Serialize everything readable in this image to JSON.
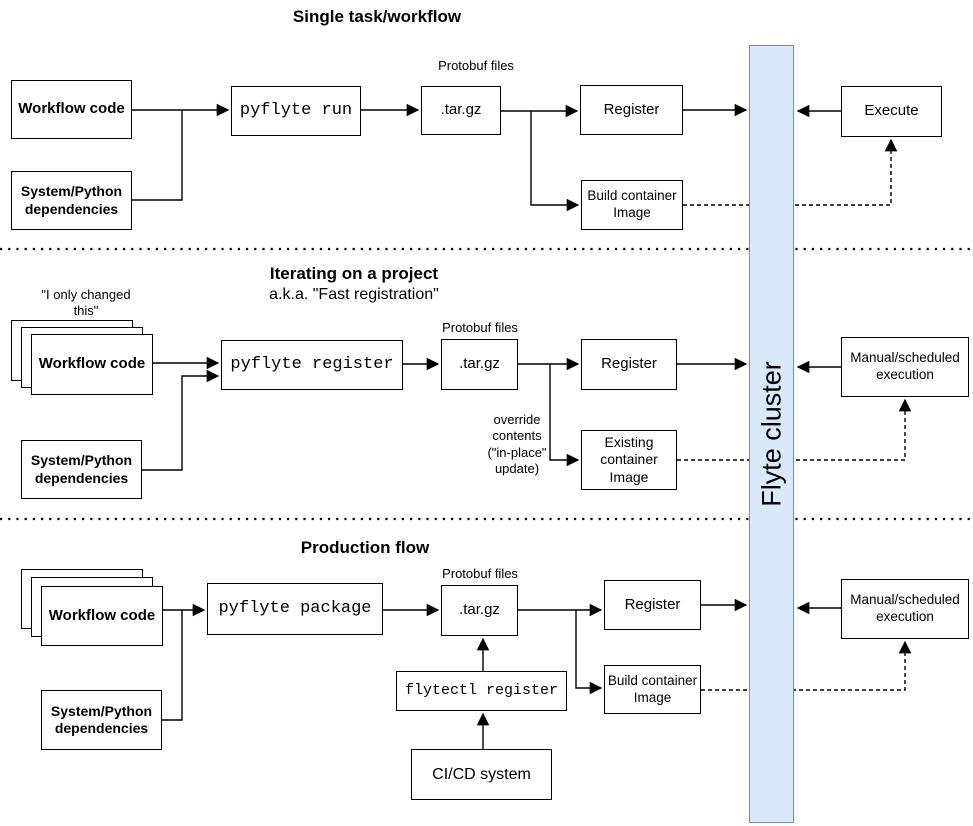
{
  "cluster": {
    "label": "Flyte cluster"
  },
  "sections": {
    "single": {
      "title": "Single task/workflow",
      "labels": {
        "protobuf": "Protobuf files"
      },
      "boxes": {
        "workflow_code": "Workflow code",
        "dependencies": "System/Python dependencies",
        "command": "pyflyte run",
        "tarball": ".tar.gz",
        "register": "Register",
        "build_image": "Build container Image",
        "execute": "Execute"
      }
    },
    "iterating": {
      "title": "Iterating on a project",
      "subtitle": "a.k.a. \"Fast registration\"",
      "labels": {
        "quote": "\"I only changed this\"",
        "protobuf": "Protobuf files",
        "override": "override contents (\"in-place\" update)"
      },
      "boxes": {
        "workflow_code": "Workflow code",
        "dependencies": "System/Python dependencies",
        "command": "pyflyte register",
        "tarball": ".tar.gz",
        "register": "Register",
        "existing_image": "Existing container Image",
        "manual_execution": "Manual/scheduled execution"
      }
    },
    "production": {
      "title": "Production flow",
      "labels": {
        "protobuf": "Protobuf files"
      },
      "boxes": {
        "workflow_code": "Workflow code",
        "dependencies": "System/Python dependencies",
        "command": "pyflyte package",
        "tarball": ".tar.gz",
        "flytectl": "flytectl register",
        "cicd": "CI/CD system",
        "register": "Register",
        "build_image": "Build container Image",
        "manual_execution": "Manual/scheduled execution"
      }
    }
  },
  "colors": {
    "cluster_fill": "#dae8fc",
    "cluster_border": "#6c8ebf",
    "line": "#000000"
  }
}
